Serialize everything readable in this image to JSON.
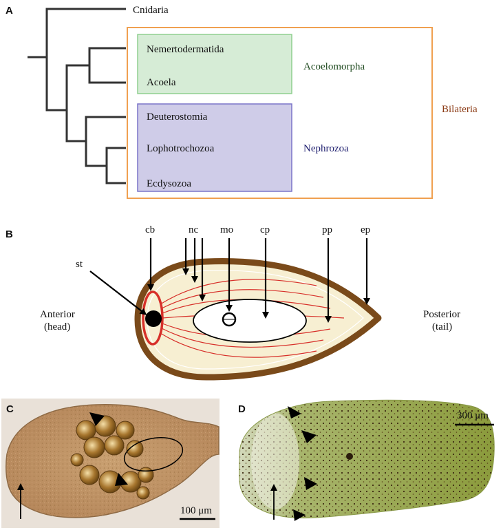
{
  "figure": {
    "panel_a": {
      "letter": "A",
      "taxa": {
        "outgroup": "Cnidaria",
        "nemertodermatida": "Nemertodermatida",
        "acoela": "Acoela",
        "deuterostomia": "Deuterostomia",
        "lophotrochozoa": "Lophotrochozoa",
        "ecdysozoa": "Ecdysozoa"
      },
      "groups": {
        "acoelomorpha": "Acoelomorpha",
        "nephrozoa": "Nephrozoa",
        "bilateria": "Bilateria"
      },
      "colors": {
        "acoelomorpha_fill": "#d6ecd6",
        "acoelomorpha_border": "#8fcf8f",
        "acoelomorpha_text": "#1f4a1f",
        "nephrozoa_fill": "#cfcce8",
        "nephrozoa_border": "#7a74c8",
        "nephrozoa_text": "#1d1d6e",
        "bilateria_border": "#f0a050",
        "bilateria_text": "#8b3a14",
        "tree": "#333333"
      }
    },
    "panel_b": {
      "letter": "B",
      "labels": {
        "cb": "cb",
        "nc": "nc",
        "mo": "mo",
        "cp": "cp",
        "pp": "pp",
        "ep": "ep",
        "st": "st"
      },
      "anterior": [
        "Anterior",
        "(head)"
      ],
      "posterior": [
        "Posterior",
        "(tail)"
      ],
      "colors": {
        "epidermis": "#7a4a1a",
        "parenchyma": "#f7efd2",
        "nerve": "#d7302a",
        "statocyst": "#000000"
      }
    },
    "panel_c": {
      "letter": "C",
      "scale_bar": "100 μm"
    },
    "panel_d": {
      "letter": "D",
      "scale_bar": "300 μm"
    }
  }
}
